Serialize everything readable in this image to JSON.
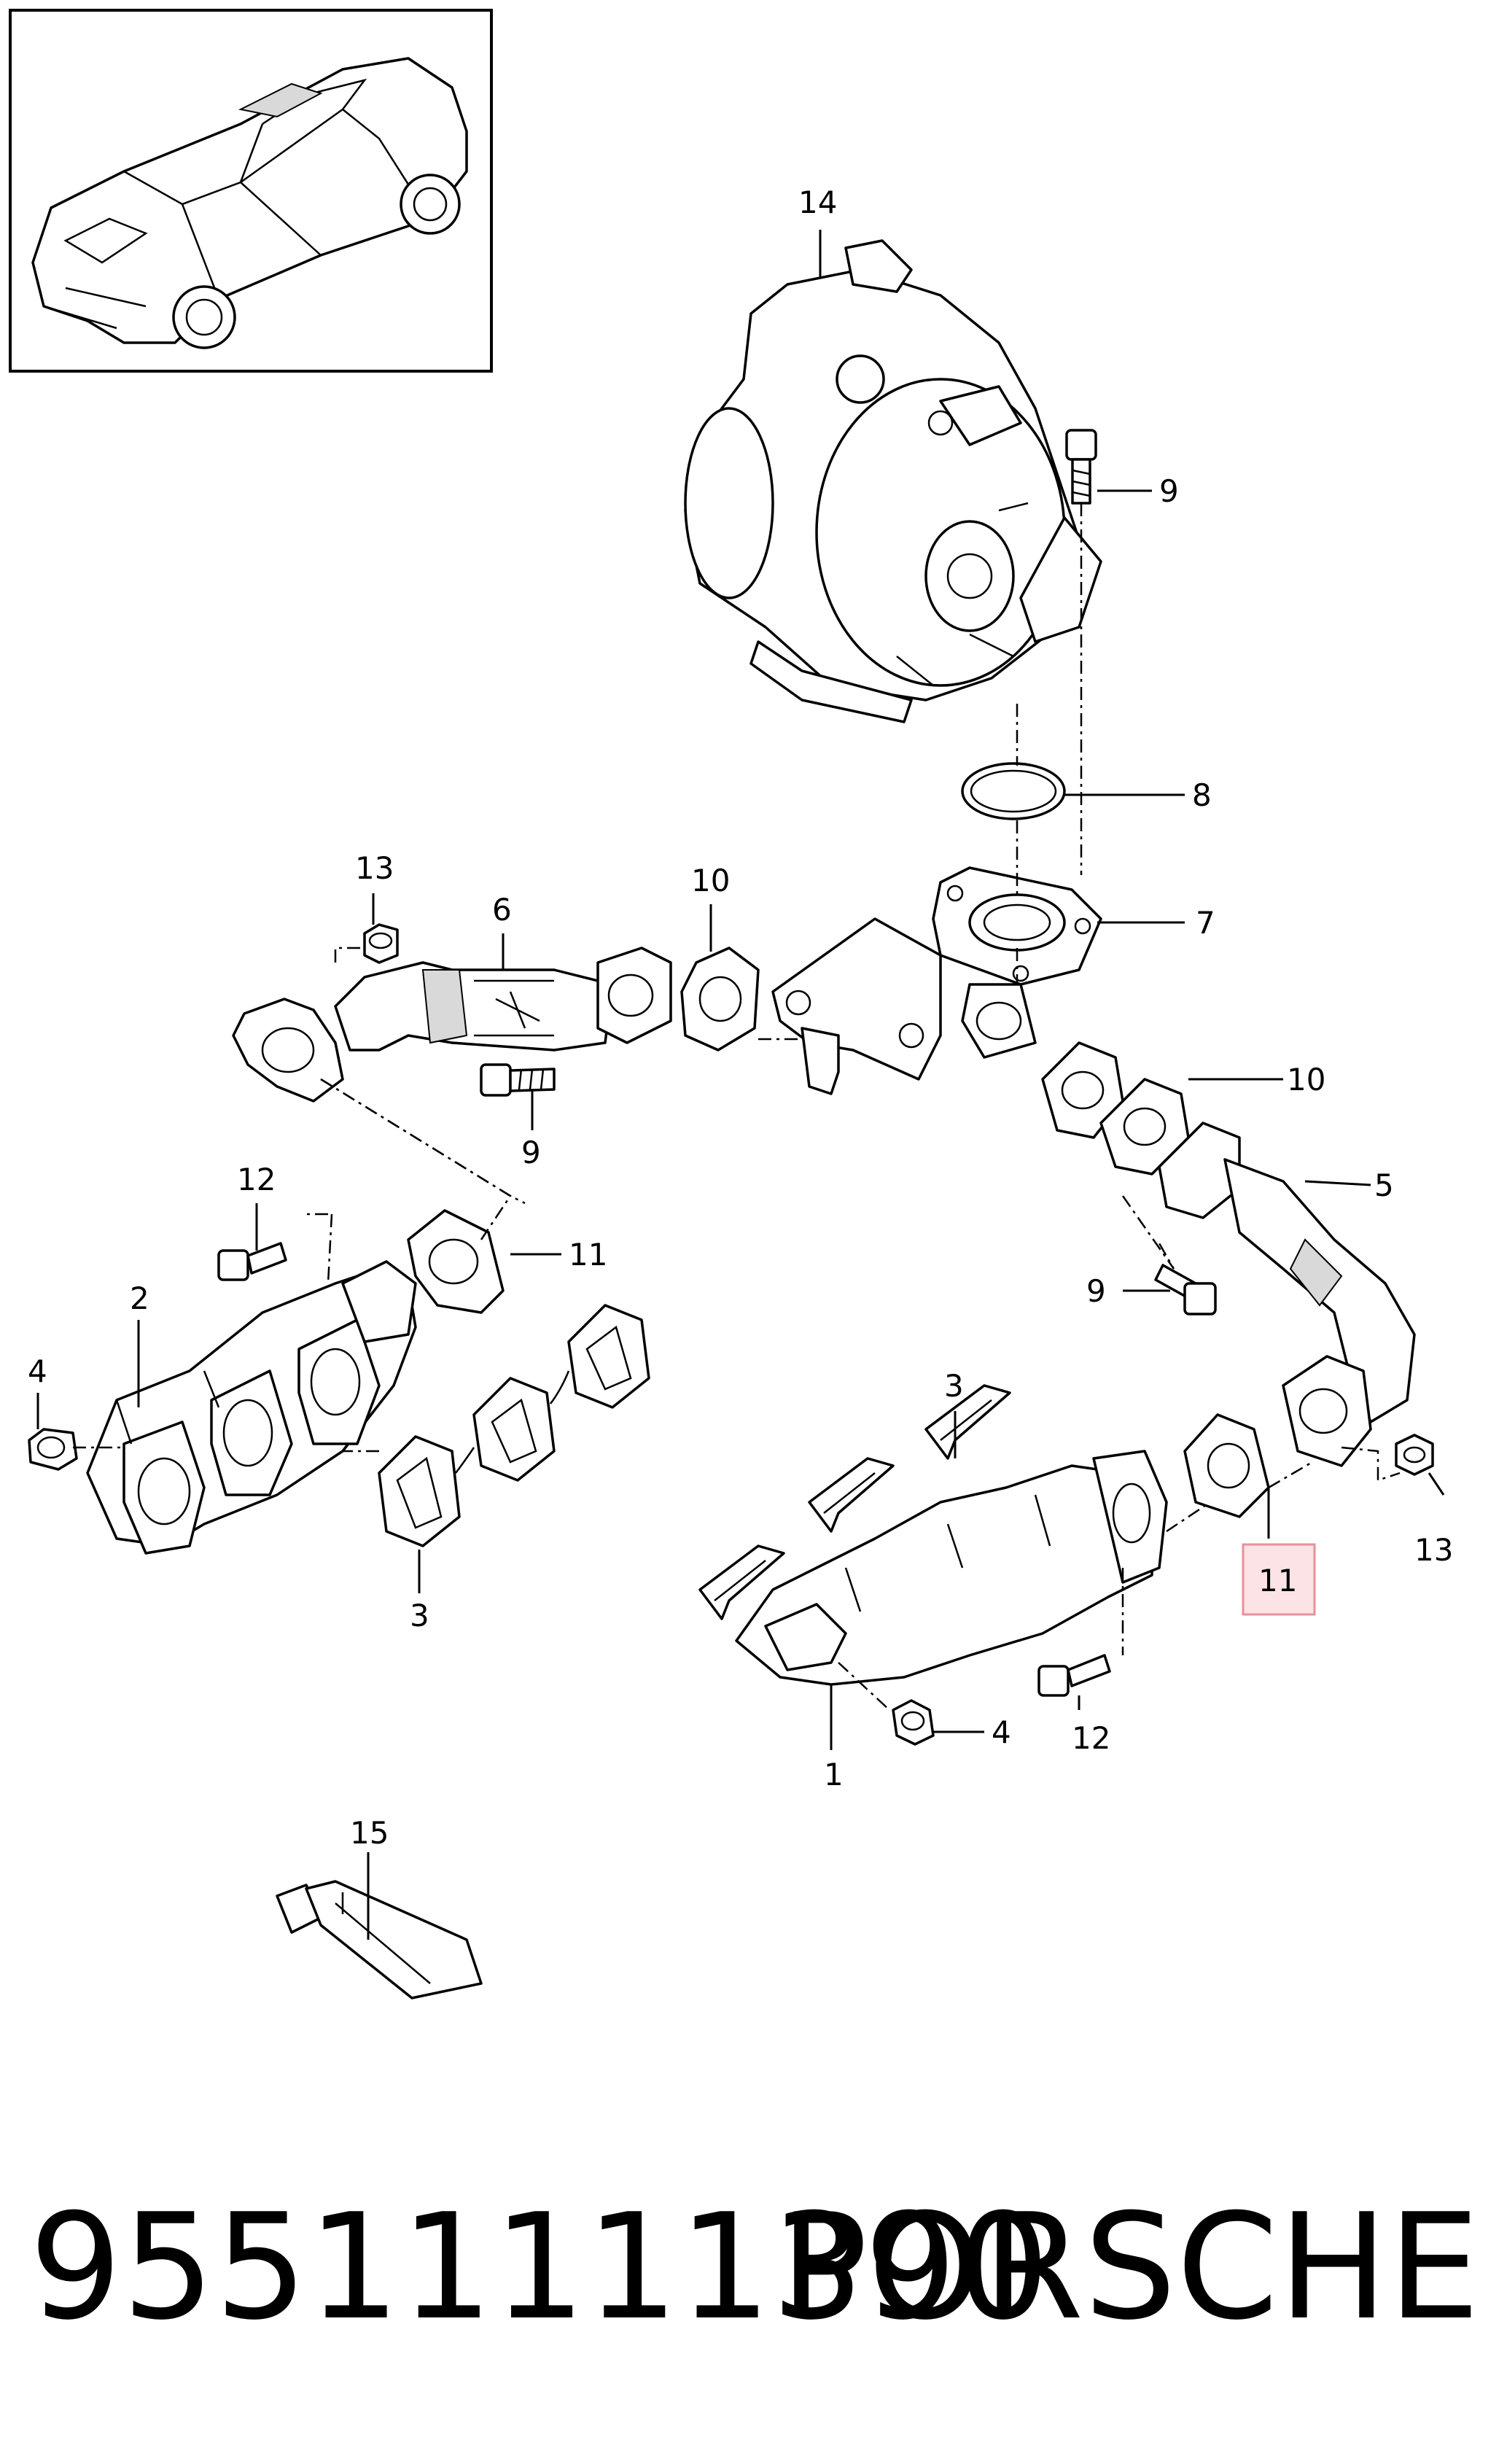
{
  "diagram": {
    "callouts": [
      {
        "id": "c14",
        "label": "14"
      },
      {
        "id": "c9a",
        "label": "9"
      },
      {
        "id": "c8",
        "label": "8"
      },
      {
        "id": "c13a",
        "label": "13"
      },
      {
        "id": "c6",
        "label": "6"
      },
      {
        "id": "c10a",
        "label": "10"
      },
      {
        "id": "c7",
        "label": "7"
      },
      {
        "id": "c10b",
        "label": "10"
      },
      {
        "id": "c9b",
        "label": "9"
      },
      {
        "id": "c5",
        "label": "5"
      },
      {
        "id": "c12a",
        "label": "12"
      },
      {
        "id": "c11a",
        "label": "11"
      },
      {
        "id": "c2",
        "label": "2"
      },
      {
        "id": "c9c",
        "label": "9"
      },
      {
        "id": "c4a",
        "label": "4"
      },
      {
        "id": "c3a",
        "label": "3"
      },
      {
        "id": "c3b",
        "label": "3"
      },
      {
        "id": "c13b",
        "label": "13"
      },
      {
        "id": "c11b",
        "label": "11",
        "highlighted": true
      },
      {
        "id": "c12b",
        "label": "12"
      },
      {
        "id": "c1",
        "label": "1"
      },
      {
        "id": "c4b",
        "label": "4"
      },
      {
        "id": "c15",
        "label": "15"
      }
    ],
    "highlight_color": "#e8919a",
    "highlight_fill": "#fbe3e6"
  },
  "footer": {
    "part_number": "95511111390",
    "brand": "PORSCHE"
  }
}
